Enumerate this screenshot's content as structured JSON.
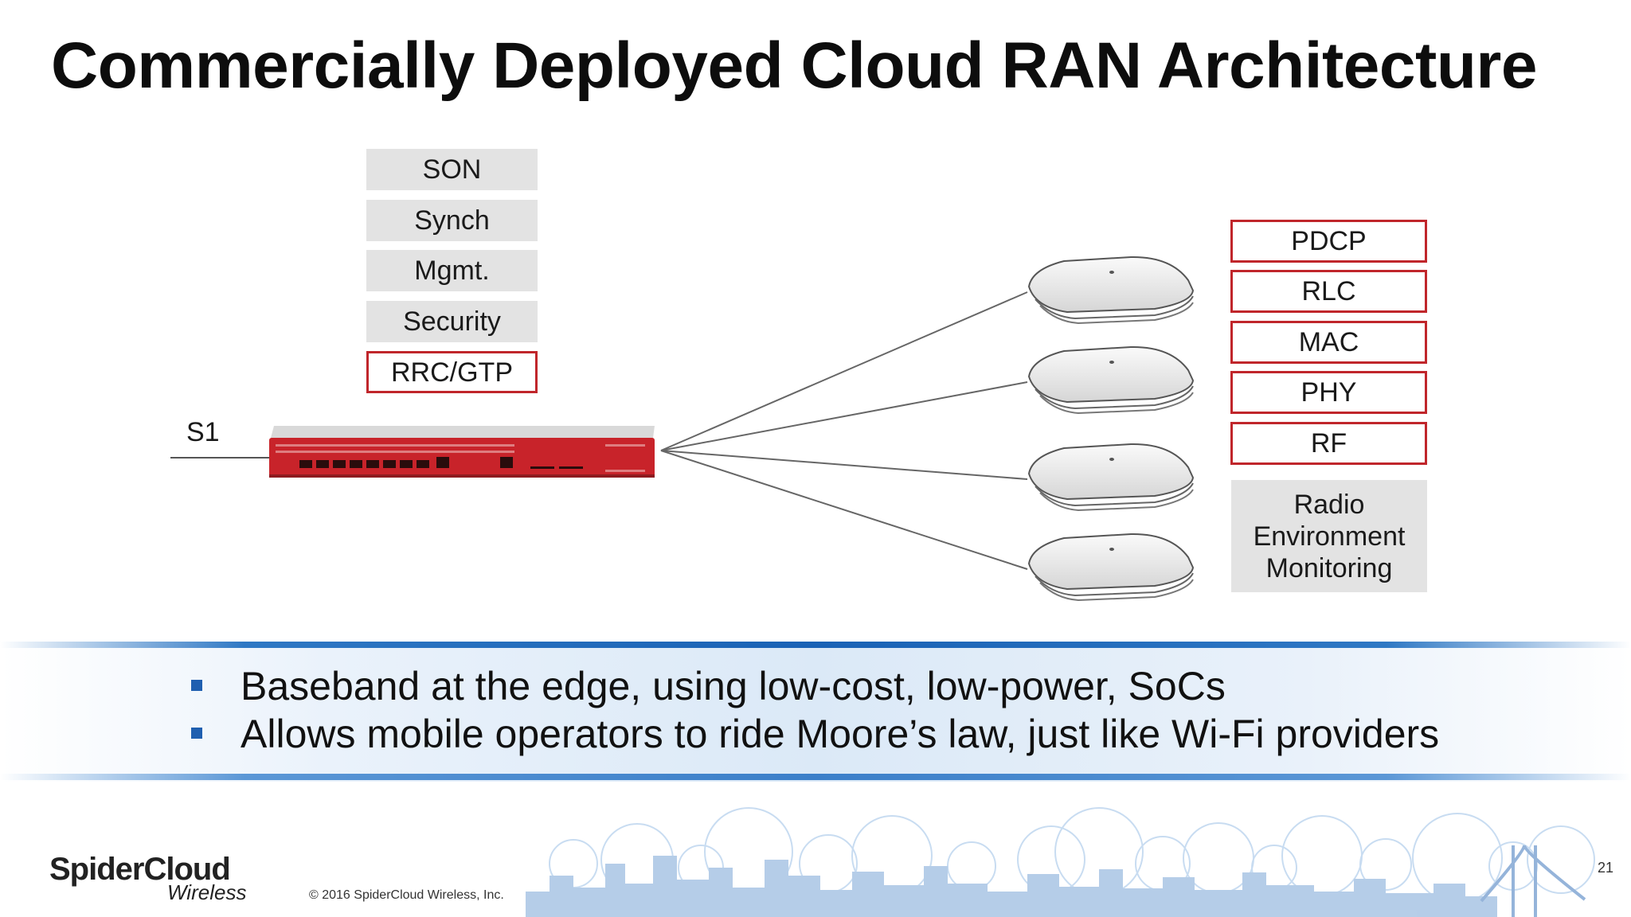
{
  "slide": {
    "title": "Commercially Deployed Cloud RAN Architecture",
    "page_number": "21",
    "copyright": "© 2016 SpiderCloud Wireless, Inc."
  },
  "logo": {
    "brand": "SpiderCloud",
    "sub": "Wireless"
  },
  "left_stack": [
    {
      "label": "SON",
      "style": "gray"
    },
    {
      "label": "Synch",
      "style": "gray"
    },
    {
      "label": "Mgmt.",
      "style": "gray"
    },
    {
      "label": "Security",
      "style": "gray"
    },
    {
      "label": "RRC/GTP",
      "style": "red"
    }
  ],
  "interface_label": "S1",
  "right_stack": [
    {
      "label": "PDCP",
      "style": "red"
    },
    {
      "label": "RLC",
      "style": "red"
    },
    {
      "label": "MAC",
      "style": "red"
    },
    {
      "label": "PHY",
      "style": "red"
    },
    {
      "label": "RF",
      "style": "red"
    },
    {
      "label": "Radio Environment Monitoring",
      "style": "gray"
    }
  ],
  "bullets": [
    "Baseband at the edge, using low-cost, low-power, SoCs",
    "Allows mobile operators to ride Moore’s law, just like Wi-Fi providers"
  ],
  "colors": {
    "accent_red": "#c0262b",
    "box_gray": "#e3e3e3",
    "bullet_blue": "#1f5fb0",
    "band_blue": "#1a62b5"
  },
  "icons": [
    "services-node-appliance",
    "radio-node-icon"
  ]
}
